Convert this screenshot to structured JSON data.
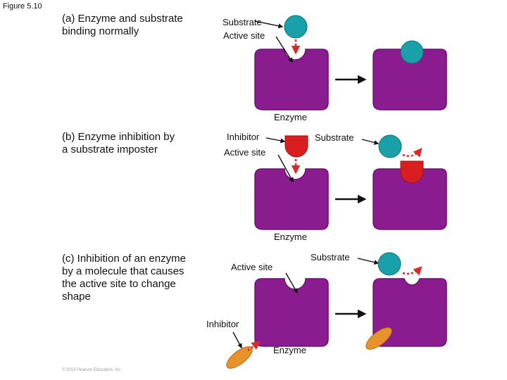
{
  "figure_label": "Figure 5.10",
  "panel_a": {
    "title_line1": "(a) Enzyme and substrate",
    "title_line2": "binding normally",
    "label_substrate": "Substrate",
    "label_active_site": "Active site",
    "label_enzyme": "Enzyme"
  },
  "panel_b": {
    "title_line1": "(b) Enzyme inhibition by",
    "title_line2": "a substrate imposter",
    "label_inhibitor": "Inhibitor",
    "label_substrate": "Substrate",
    "label_active_site": "Active site",
    "label_enzyme": "Enzyme"
  },
  "panel_c": {
    "title_line1": "(c) Inhibition of an enzyme",
    "title_line2": "by a molecule that causes",
    "title_line3": "the active site to change",
    "title_line4": "shape",
    "label_substrate": "Substrate",
    "label_active_site": "Active site",
    "label_inhibitor": "Inhibitor",
    "label_enzyme": "Enzyme"
  },
  "copyright": "© 2013 Pearson Education, Inc.",
  "colors": {
    "enzyme": "#8b1c8f",
    "enzyme_stroke": "#6a1270",
    "substrate": "#1aa0a8",
    "inhibitor": "#d81e1e",
    "allosteric_inhibitor": "#e8922e",
    "dashed_arrow": "#d92a2a",
    "text": "#111111"
  }
}
